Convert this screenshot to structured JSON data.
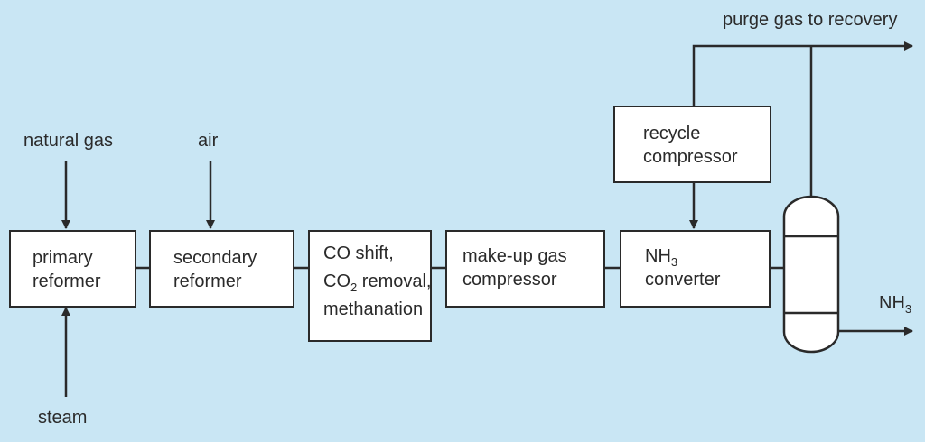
{
  "colors": {
    "background": "#c9e6f4",
    "box_fill": "#ffffff",
    "line": "#2a2a2a"
  },
  "labels": {
    "natural_gas": "natural gas",
    "air": "air",
    "steam": "steam",
    "purge_gas": "purge gas to recovery",
    "nh3_product_main": "NH",
    "nh3_product_sub": "3"
  },
  "boxes": {
    "primary_reformer": {
      "line1": "primary",
      "line2": "reformer"
    },
    "secondary_reformer": {
      "line1": "secondary",
      "line2": "reformer"
    },
    "co_shift": {
      "line1": "CO shift,",
      "line2_main": "CO",
      "line2_sub": "2",
      "line2_rest": " removal,",
      "line3": "methanation"
    },
    "makeup_compressor": {
      "line1": "make-up gas",
      "line2": "compressor"
    },
    "nh3_converter": {
      "line1_main": "NH",
      "line1_sub": "3",
      "line2": "converter"
    },
    "recycle_compressor": {
      "line1": "recycle",
      "line2": "compressor"
    }
  }
}
